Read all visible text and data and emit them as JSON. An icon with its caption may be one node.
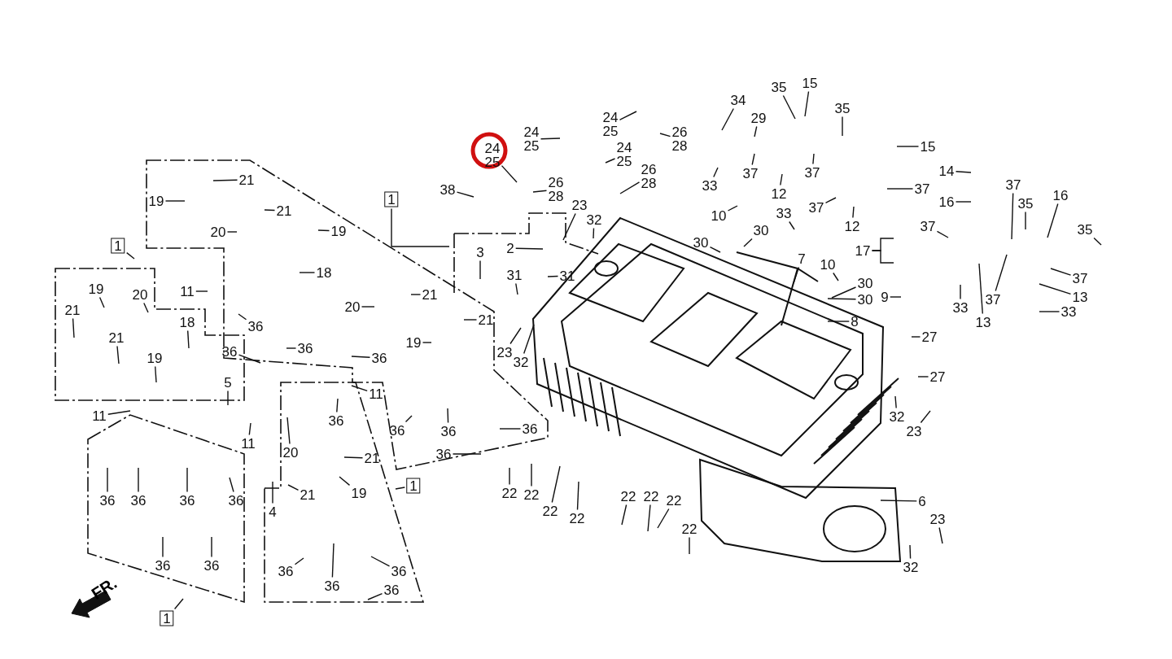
{
  "diagram": {
    "nodes": [
      {
        "text": [
          "24",
          "25"
        ]
      },
      {
        "text": [
          "24",
          "25"
        ]
      },
      {
        "text": [
          "24",
          "25"
        ]
      },
      {
        "text": [
          "26",
          "28"
        ]
      },
      {
        "text": [
          "24",
          "25"
        ]
      },
      {
        "text": [
          "26",
          "28"
        ]
      },
      {
        "text": [
          "26",
          "28"
        ]
      },
      {
        "text": [
          "38"
        ]
      },
      {
        "text": [
          "23"
        ]
      },
      {
        "text": [
          "32"
        ]
      },
      {
        "text": [
          "1"
        ]
      },
      {
        "text": [
          "21"
        ]
      },
      {
        "text": [
          "19"
        ]
      },
      {
        "text": [
          "20"
        ]
      },
      {
        "text": [
          "21"
        ]
      },
      {
        "text": [
          "19"
        ]
      },
      {
        "text": [
          "18"
        ]
      },
      {
        "text": [
          "3"
        ]
      },
      {
        "text": [
          "2"
        ]
      },
      {
        "text": [
          "31"
        ]
      },
      {
        "text": [
          "31"
        ]
      },
      {
        "text": [
          "1"
        ]
      },
      {
        "text": [
          "19"
        ]
      },
      {
        "text": [
          "20"
        ]
      },
      {
        "text": [
          "21"
        ]
      },
      {
        "text": [
          "11"
        ]
      },
      {
        "text": [
          "18"
        ]
      },
      {
        "text": [
          "21"
        ]
      },
      {
        "text": [
          "19"
        ]
      },
      {
        "text": [
          "36"
        ]
      },
      {
        "text": [
          "36"
        ]
      },
      {
        "text": [
          "36"
        ]
      },
      {
        "text": [
          "36"
        ]
      },
      {
        "text": [
          "11"
        ]
      },
      {
        "text": [
          "5"
        ]
      },
      {
        "text": [
          "20"
        ]
      },
      {
        "text": [
          "21"
        ]
      },
      {
        "text": [
          "21"
        ]
      },
      {
        "text": [
          "19"
        ]
      },
      {
        "text": [
          "23"
        ]
      },
      {
        "text": [
          "32"
        ]
      },
      {
        "text": [
          "11"
        ]
      },
      {
        "text": [
          "11"
        ]
      },
      {
        "text": [
          "36"
        ]
      },
      {
        "text": [
          "20"
        ]
      },
      {
        "text": [
          "21"
        ]
      },
      {
        "text": [
          "19"
        ]
      },
      {
        "text": [
          "21"
        ]
      },
      {
        "text": [
          "4"
        ]
      },
      {
        "text": [
          "1"
        ]
      },
      {
        "text": [
          "36"
        ]
      },
      {
        "text": [
          "36"
        ]
      },
      {
        "text": [
          "36"
        ]
      },
      {
        "text": [
          "36"
        ]
      },
      {
        "text": [
          "36"
        ]
      },
      {
        "text": [
          "36"
        ]
      },
      {
        "text": [
          "36"
        ]
      },
      {
        "text": [
          "36"
        ]
      },
      {
        "text": [
          "36"
        ]
      },
      {
        "text": [
          "36"
        ]
      },
      {
        "text": [
          "1"
        ]
      },
      {
        "text": [
          "36"
        ]
      },
      {
        "text": [
          "36"
        ]
      },
      {
        "text": [
          "36"
        ]
      },
      {
        "text": [
          "36"
        ]
      },
      {
        "text": [
          "22"
        ]
      },
      {
        "text": [
          "22"
        ]
      },
      {
        "text": [
          "22"
        ]
      },
      {
        "text": [
          "22"
        ]
      },
      {
        "text": [
          "22"
        ]
      },
      {
        "text": [
          "22"
        ]
      },
      {
        "text": [
          "22"
        ]
      },
      {
        "text": [
          "22"
        ]
      },
      {
        "text": [
          "34"
        ]
      },
      {
        "text": [
          "35"
        ]
      },
      {
        "text": [
          "15"
        ]
      },
      {
        "text": [
          "29"
        ]
      },
      {
        "text": [
          "35"
        ]
      },
      {
        "text": [
          "15"
        ]
      },
      {
        "text": [
          "37"
        ]
      },
      {
        "text": [
          "37"
        ]
      },
      {
        "text": [
          "12"
        ]
      },
      {
        "text": [
          "33"
        ]
      },
      {
        "text": [
          "37"
        ]
      },
      {
        "text": [
          "37"
        ]
      },
      {
        "text": [
          "12"
        ]
      },
      {
        "text": [
          "10"
        ]
      },
      {
        "text": [
          "30"
        ]
      },
      {
        "text": [
          "33"
        ]
      },
      {
        "text": [
          "30"
        ]
      },
      {
        "text": [
          "7"
        ]
      },
      {
        "text": [
          "14"
        ]
      },
      {
        "text": [
          "16"
        ]
      },
      {
        "text": [
          "37"
        ]
      },
      {
        "text": [
          "35"
        ]
      },
      {
        "text": [
          "16"
        ]
      },
      {
        "text": [
          "37"
        ]
      },
      {
        "text": [
          "35"
        ]
      },
      {
        "text": [
          "17"
        ]
      },
      {
        "text": [
          "10"
        ]
      },
      {
        "text": [
          "30"
        ]
      },
      {
        "text": [
          "30"
        ]
      },
      {
        "text": [
          "9"
        ]
      },
      {
        "text": [
          "8"
        ]
      },
      {
        "text": [
          "37"
        ]
      },
      {
        "text": [
          "13"
        ]
      },
      {
        "text": [
          "33"
        ]
      },
      {
        "text": [
          "33"
        ]
      },
      {
        "text": [
          "13"
        ]
      },
      {
        "text": [
          "37"
        ]
      },
      {
        "text": [
          "27"
        ]
      },
      {
        "text": [
          "27"
        ]
      },
      {
        "text": [
          "32"
        ]
      },
      {
        "text": [
          "23"
        ]
      },
      {
        "text": [
          "6"
        ]
      },
      {
        "text": [
          "23"
        ]
      },
      {
        "text": [
          "32"
        ]
      }
    ],
    "edges": [
      {
        "from": 0,
        "to": null,
        "arrow": "none"
      },
      {
        "from": 1,
        "to": null,
        "arrow": "none"
      },
      {
        "from": 2,
        "to": null,
        "arrow": "none"
      },
      {
        "from": 3,
        "to": null,
        "arrow": "none"
      },
      {
        "from": 4,
        "to": null,
        "arrow": "none"
      },
      {
        "from": 5,
        "to": null,
        "arrow": "none"
      },
      {
        "from": 6,
        "to": null,
        "arrow": "none"
      },
      {
        "from": 7,
        "to": null,
        "arrow": "none"
      },
      {
        "from": 8,
        "to": null,
        "arrow": "none"
      },
      {
        "from": 9,
        "to": null,
        "arrow": "none"
      },
      {
        "from": 10,
        "to": null,
        "arrow": "none"
      },
      {
        "from": 11,
        "to": null,
        "arrow": "none"
      },
      {
        "from": 12,
        "to": null,
        "arrow": "none"
      },
      {
        "from": 13,
        "to": null,
        "arrow": "none"
      },
      {
        "from": 14,
        "to": null,
        "arrow": "none"
      },
      {
        "from": 15,
        "to": null,
        "arrow": "none"
      },
      {
        "from": 16,
        "to": null,
        "arrow": "none"
      },
      {
        "from": 17,
        "to": null,
        "arrow": "none"
      },
      {
        "from": 18,
        "to": null,
        "arrow": "none"
      },
      {
        "from": 19,
        "to": null,
        "arrow": "none"
      },
      {
        "from": 20,
        "to": null,
        "arrow": "none"
      },
      {
        "from": 21,
        "to": null,
        "arrow": "none"
      },
      {
        "from": 22,
        "to": null,
        "arrow": "none"
      },
      {
        "from": 23,
        "to": null,
        "arrow": "none"
      },
      {
        "from": 24,
        "to": null,
        "arrow": "none"
      },
      {
        "from": 25,
        "to": null,
        "arrow": "none"
      },
      {
        "from": 26,
        "to": null,
        "arrow": "none"
      },
      {
        "from": 27,
        "to": null,
        "arrow": "none"
      },
      {
        "from": 28,
        "to": null,
        "arrow": "none"
      },
      {
        "from": 29,
        "to": null,
        "arrow": "none"
      },
      {
        "from": 30,
        "to": null,
        "arrow": "none"
      },
      {
        "from": 31,
        "to": null,
        "arrow": "none"
      },
      {
        "from": 32,
        "to": null,
        "arrow": "none"
      },
      {
        "from": 33,
        "to": null,
        "arrow": "none"
      },
      {
        "from": 34,
        "to": null,
        "arrow": "none"
      },
      {
        "from": 35,
        "to": null,
        "arrow": "none"
      },
      {
        "from": 36,
        "to": null,
        "arrow": "none"
      },
      {
        "from": 37,
        "to": null,
        "arrow": "none"
      },
      {
        "from": 38,
        "to": null,
        "arrow": "none"
      },
      {
        "from": 39,
        "to": null,
        "arrow": "none"
      },
      {
        "from": 40,
        "to": null,
        "arrow": "none"
      },
      {
        "from": 41,
        "to": null,
        "arrow": "none"
      },
      {
        "from": 42,
        "to": null,
        "arrow": "none"
      },
      {
        "from": 43,
        "to": null,
        "arrow": "none"
      },
      {
        "from": 44,
        "to": null,
        "arrow": "none"
      },
      {
        "from": 45,
        "to": null,
        "arrow": "none"
      },
      {
        "from": 46,
        "to": null,
        "arrow": "none"
      },
      {
        "from": 47,
        "to": null,
        "arrow": "none"
      },
      {
        "from": 48,
        "to": null,
        "arrow": "none"
      },
      {
        "from": 49,
        "to": null,
        "arrow": "none"
      },
      {
        "from": 50,
        "to": null,
        "arrow": "none"
      },
      {
        "from": 51,
        "to": null,
        "arrow": "none"
      },
      {
        "from": 52,
        "to": null,
        "arrow": "none"
      },
      {
        "from": 53,
        "to": null,
        "arrow": "none"
      },
      {
        "from": 54,
        "to": null,
        "arrow": "none"
      },
      {
        "from": 55,
        "to": null,
        "arrow": "none"
      },
      {
        "from": 56,
        "to": null,
        "arrow": "none"
      },
      {
        "from": 57,
        "to": null,
        "arrow": "none"
      },
      {
        "from": 58,
        "to": null,
        "arrow": "none"
      },
      {
        "from": 59,
        "to": null,
        "arrow": "none"
      },
      {
        "from": 60,
        "to": null,
        "arrow": "none"
      },
      {
        "from": 61,
        "to": null,
        "arrow": "none"
      },
      {
        "from": 62,
        "to": null,
        "arrow": "none"
      },
      {
        "from": 63,
        "to": null,
        "arrow": "none"
      },
      {
        "from": 64,
        "to": null,
        "arrow": "none"
      },
      {
        "from": 65,
        "to": null,
        "arrow": "none"
      },
      {
        "from": 66,
        "to": null,
        "arrow": "none"
      },
      {
        "from": 67,
        "to": null,
        "arrow": "none"
      },
      {
        "from": 68,
        "to": null,
        "arrow": "none"
      },
      {
        "from": 69,
        "to": null,
        "arrow": "none"
      },
      {
        "from": 70,
        "to": null,
        "arrow": "none"
      },
      {
        "from": 71,
        "to": null,
        "arrow": "none"
      },
      {
        "from": 72,
        "to": null,
        "arrow": "none"
      },
      {
        "from": 73,
        "to": null,
        "arrow": "none"
      },
      {
        "from": 74,
        "to": null,
        "arrow": "none"
      },
      {
        "from": 75,
        "to": null,
        "arrow": "none"
      },
      {
        "from": 76,
        "to": null,
        "arrow": "none"
      },
      {
        "from": 77,
        "to": null,
        "arrow": "none"
      },
      {
        "from": 78,
        "to": null,
        "arrow": "none"
      },
      {
        "from": 79,
        "to": null,
        "arrow": "none"
      },
      {
        "from": 80,
        "to": null,
        "arrow": "none"
      },
      {
        "from": 81,
        "to": null,
        "arrow": "none"
      },
      {
        "from": 82,
        "to": null,
        "arrow": "none"
      },
      {
        "from": 83,
        "to": null,
        "arrow": "none"
      },
      {
        "from": 84,
        "to": null,
        "arrow": "none"
      },
      {
        "from": 85,
        "to": null,
        "arrow": "none"
      },
      {
        "from": 86,
        "to": null,
        "arrow": "none"
      },
      {
        "from": 87,
        "to": null,
        "arrow": "none"
      },
      {
        "from": 88,
        "to": null,
        "arrow": "none"
      },
      {
        "from": 89,
        "to": null,
        "arrow": "none"
      },
      {
        "from": 90,
        "to": null,
        "arrow": "none"
      },
      {
        "from": 91,
        "to": null,
        "arrow": "none"
      },
      {
        "from": 92,
        "to": null,
        "arrow": "none"
      },
      {
        "from": 93,
        "to": null,
        "arrow": "none"
      },
      {
        "from": 94,
        "to": null,
        "arrow": "none"
      },
      {
        "from": 95,
        "to": null,
        "arrow": "none"
      },
      {
        "from": 96,
        "to": null,
        "arrow": "none"
      },
      {
        "from": 97,
        "to": null,
        "arrow": "none"
      },
      {
        "from": 98,
        "to": null,
        "arrow": "none"
      },
      {
        "from": 98,
        "to": null,
        "arrow": "none"
      },
      {
        "from": 99,
        "to": null,
        "arrow": "none"
      },
      {
        "from": 100,
        "to": null,
        "arrow": "none"
      },
      {
        "from": 101,
        "to": null,
        "arrow": "none"
      },
      {
        "from": 102,
        "to": null,
        "arrow": "none"
      },
      {
        "from": 103,
        "to": null,
        "arrow": "none"
      },
      {
        "from": 104,
        "to": null,
        "arrow": "none"
      },
      {
        "from": 105,
        "to": null,
        "arrow": "none"
      },
      {
        "from": 106,
        "to": null,
        "arrow": "none"
      },
      {
        "from": 107,
        "to": null,
        "arrow": "none"
      },
      {
        "from": 108,
        "to": null,
        "arrow": "none"
      },
      {
        "from": 109,
        "to": null,
        "arrow": "none"
      },
      {
        "from": 110,
        "to": null,
        "arrow": "none"
      },
      {
        "from": 111,
        "to": null,
        "arrow": "none"
      },
      {
        "from": 112,
        "to": null,
        "arrow": "none"
      },
      {
        "from": 113,
        "to": null,
        "arrow": "none"
      },
      {
        "from": 114,
        "to": null,
        "arrow": "none"
      },
      {
        "from": 115,
        "to": null,
        "arrow": "none"
      },
      {
        "from": 116,
        "to": null,
        "arrow": "none"
      }
    ],
    "labels": [
      "FR."
    ]
  }
}
